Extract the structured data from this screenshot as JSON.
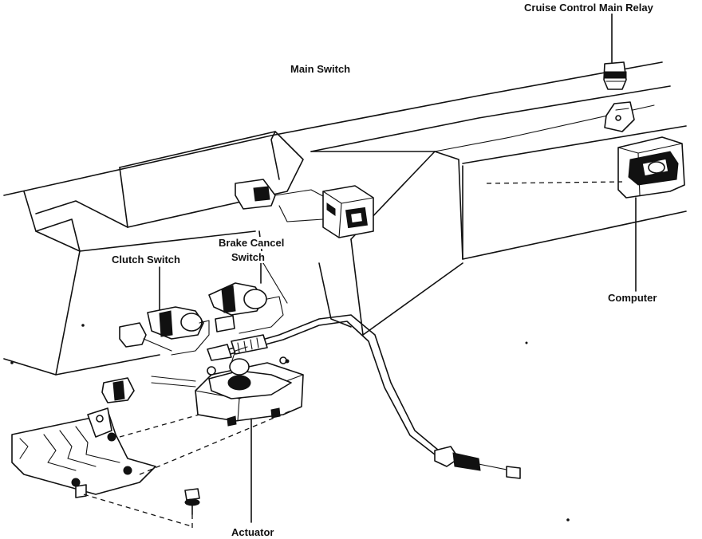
{
  "labels": {
    "cruise_control_main_relay": "Cruise Control Main Relay",
    "main_switch": "Main Switch",
    "brake_cancel_switch_line1": "Brake Cancel",
    "brake_cancel_switch_line2": "Switch",
    "clutch_switch": "Clutch Switch",
    "computer": "Computer",
    "actuator": "Actuator"
  }
}
